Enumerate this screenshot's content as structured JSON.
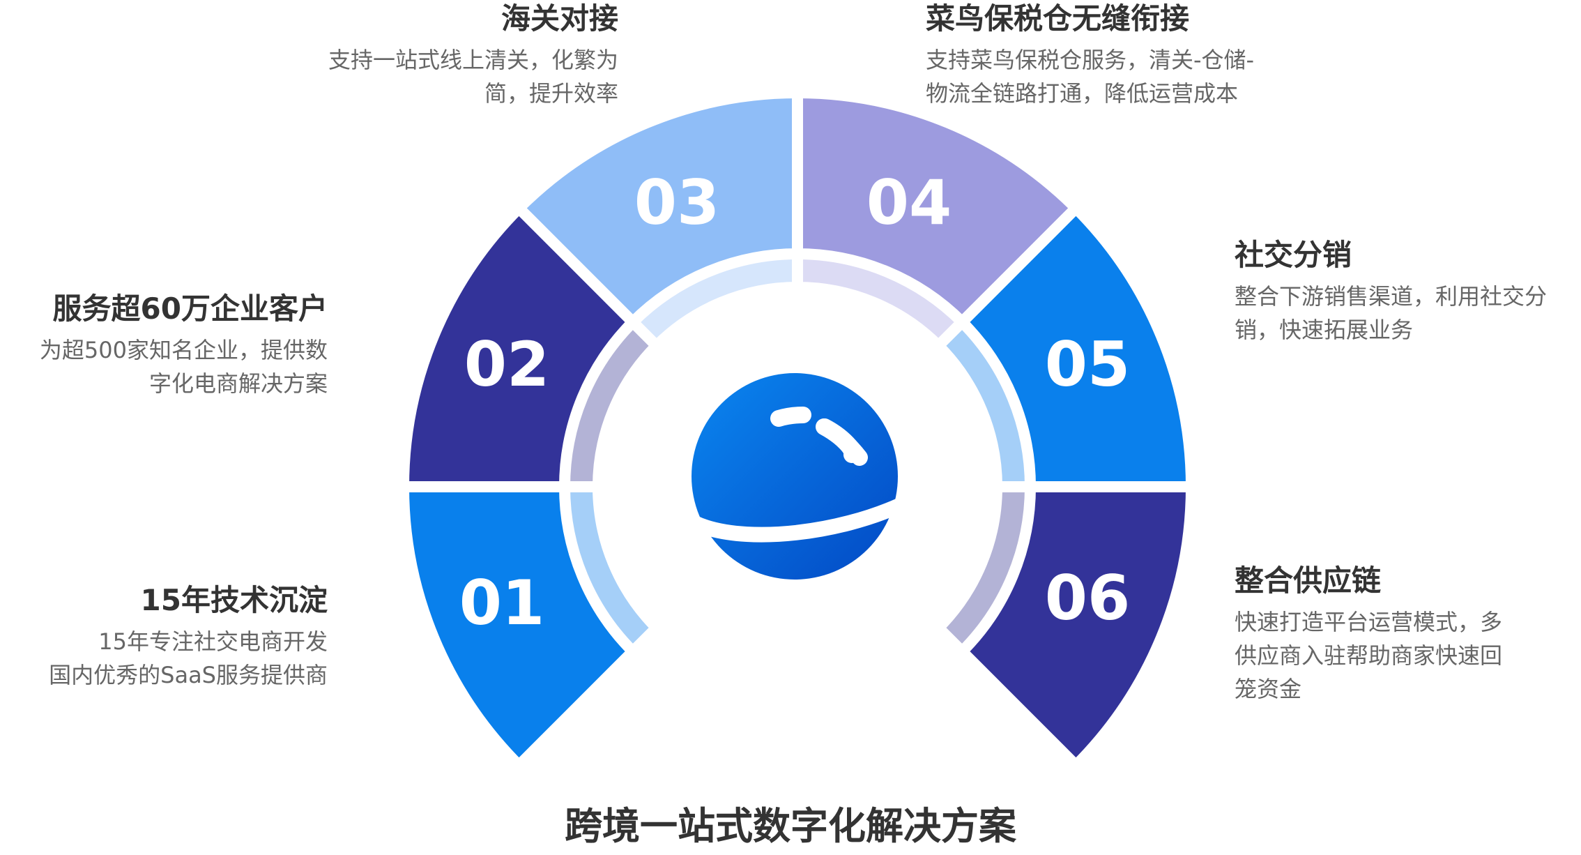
{
  "title": "跨境一站式数字化解决方案",
  "segments": [
    {
      "number": "01",
      "heading": "15年技术沉淀",
      "lines": [
        "15年专注社交电商开发",
        "国内优秀的SaaS服务提供商"
      ],
      "color": "#0980EC",
      "band": "#A5CFF8"
    },
    {
      "number": "02",
      "heading": "服务超60万企业客户",
      "lines": [
        "为超500家知名企业，提供数",
        "字化电商解决方案"
      ],
      "color": "#333399",
      "band": "#B3B3D6"
    },
    {
      "number": "03",
      "heading": "海关对接",
      "lines": [
        "支持一站式线上清关，化繁为",
        "简，提升效率"
      ],
      "color": "#8FBDF7",
      "band": "#D6E6FC"
    },
    {
      "number": "04",
      "heading": "菜鸟保税仓无缝衔接",
      "lines": [
        "支持菜鸟保税仓服务，清关-仓储-",
        "物流全链路打通，降低运营成本"
      ],
      "color": "#9D9BDF",
      "band": "#DCDBF4"
    },
    {
      "number": "05",
      "heading": "社交分销",
      "lines": [
        "整合下游销售渠道，利用社交分",
        "销，快速拓展业务"
      ],
      "color": "#0A80EC",
      "band": "#A5CFF8"
    },
    {
      "number": "06",
      "heading": "整合供应链",
      "lines": [
        "快速打造平台运营模式，多",
        "供应商入驻帮助商家快速回",
        "笼资金"
      ],
      "color": "#333399",
      "band": "#B3B3D6"
    }
  ],
  "globe_icon": "planet-icon"
}
